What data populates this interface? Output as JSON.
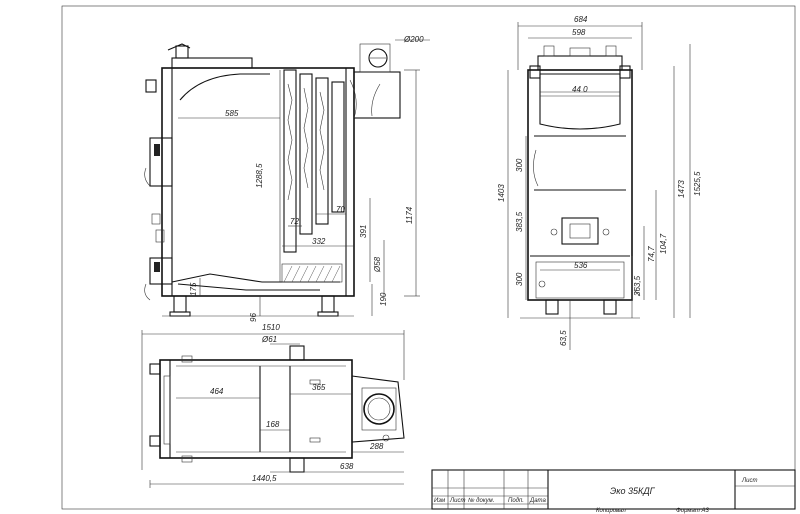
{
  "views": {
    "side": {
      "dims": {
        "d200": "Ø200",
        "w585": "585",
        "h1288": "1288,5",
        "h1174": "1174",
        "w72": "72",
        "w70": "70",
        "w332": "332",
        "h391": "391",
        "d58": "Ø58",
        "h175": "175",
        "h190": "190",
        "h96": "96"
      }
    },
    "front": {
      "dims": {
        "w684": "684",
        "w598": "598",
        "w440": "44 0",
        "h300a": "300",
        "h1403": "1403",
        "h3835": "383,5",
        "h300b": "300",
        "w536": "536",
        "h1047": "104,7",
        "h747": "74,7",
        "h3635": "363,5",
        "h1473": "1473",
        "h15255": "1525,5",
        "h635": "63,5"
      }
    },
    "top": {
      "dims": {
        "w1510": "1510",
        "d61": "Ø61",
        "w464": "464",
        "w365": "365",
        "w168": "168",
        "w288": "288",
        "w638": "638",
        "w14405": "1440,5"
      }
    }
  },
  "title_block": {
    "title": "Эко 35КДГ",
    "sheet_label": "Лист",
    "columns": [
      "Изм",
      "Лист",
      "№ докум.",
      "Подп.",
      "Дата"
    ],
    "copied": "Копировал",
    "format": "Формат А3"
  }
}
